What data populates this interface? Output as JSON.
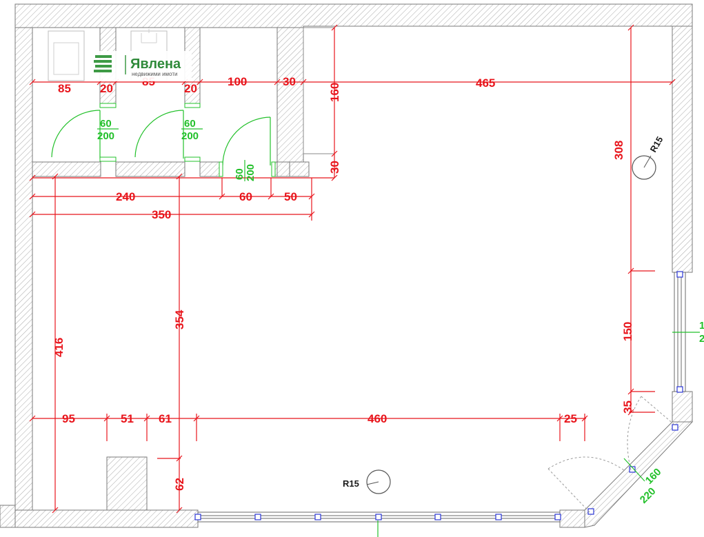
{
  "logo": {
    "name": "Явлена",
    "subtitle": "недвижими имоти"
  },
  "dimensions": {
    "top_85_a": "85",
    "top_20_a": "20",
    "top_85_b": "85",
    "top_20_b": "20",
    "top_100": "100",
    "top_30": "30",
    "top_465": "465",
    "v_160": "160",
    "v_30": "30",
    "row_240": "240",
    "row_60": "60",
    "row_50": "50",
    "row_350": "350",
    "v_416": "416",
    "v_354": "354",
    "v_308": "308",
    "v_150": "150",
    "v_35": "35",
    "b_95": "95",
    "b_51": "51",
    "b_61": "61",
    "b_460": "460",
    "b_25": "25",
    "v_62": "62"
  },
  "doors": {
    "door1_w": "60",
    "door1_h": "200",
    "door2_w": "60",
    "door2_h": "200",
    "door3_w": "60",
    "door3_h": "200",
    "corner_w": "160",
    "corner_h": "220",
    "right_w": "1",
    "right_h": "2"
  },
  "columns": {
    "col_top": "R15",
    "col_bottom": "R15"
  },
  "colors": {
    "dimension": "#e8141b",
    "door": "#22c02a",
    "wall_hatch": "#9a9a9a",
    "window_marker": "#2a35d6"
  }
}
